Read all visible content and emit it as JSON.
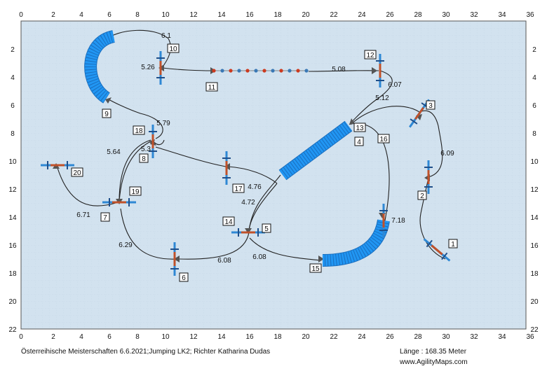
{
  "footer": {
    "left": "Österreihische Meisterschaften 6.6.2021;Jumping LK2; Richter Katharina Dudas",
    "length": "Länge : 168.35 Meter",
    "website": "www.AgilityMaps.com"
  },
  "axes": {
    "x_ticks": [
      "0",
      "2",
      "4",
      "6",
      "8",
      "10",
      "12",
      "14",
      "16",
      "18",
      "20",
      "22",
      "24",
      "26",
      "28",
      "30",
      "32",
      "34",
      "36"
    ],
    "y_ticks": [
      "2",
      "4",
      "6",
      "8",
      "10",
      "12",
      "14",
      "16",
      "18",
      "20",
      "22"
    ]
  },
  "colors": {
    "field": "#d2e2ef",
    "tunnel": "#2196f3",
    "bar": "#2f88d4",
    "wing": "#c0512a",
    "weave_red": "#cc3a1f",
    "weave_blue": "#3a78b5",
    "path": "#222222"
  },
  "obstacles": [
    {
      "num": "1",
      "type": "jump-icon"
    },
    {
      "num": "2",
      "type": "jump-icon"
    },
    {
      "num": "3",
      "type": "jump-icon"
    },
    {
      "num": "4",
      "type": "tunnel-icon"
    },
    {
      "num": "5",
      "type": "jump-icon"
    },
    {
      "num": "6",
      "type": "jump-icon"
    },
    {
      "num": "7",
      "type": "jump-icon"
    },
    {
      "num": "8",
      "type": "jump-icon"
    },
    {
      "num": "9",
      "type": "tunnel-icon"
    },
    {
      "num": "10",
      "type": "jump-icon"
    },
    {
      "num": "11",
      "type": "weave-poles-icon"
    },
    {
      "num": "12",
      "type": "jump-icon"
    },
    {
      "num": "13",
      "type": "tunnel-icon"
    },
    {
      "num": "14",
      "type": "jump-icon"
    },
    {
      "num": "15",
      "type": "tunnel-icon"
    },
    {
      "num": "16",
      "type": "jump-icon"
    },
    {
      "num": "17",
      "type": "jump-icon"
    },
    {
      "num": "18",
      "type": "jump-icon"
    },
    {
      "num": "19",
      "type": "jump-icon"
    },
    {
      "num": "20",
      "type": "jump-icon"
    }
  ],
  "distances": [
    "6.1",
    "5.26",
    "5.08",
    "6.07",
    "5.12",
    "5.79",
    "5.64",
    "5.3",
    "6.09",
    "4.76",
    "4.72",
    "6.71",
    "7.18",
    "6.29",
    "6.08",
    "6.08"
  ]
}
